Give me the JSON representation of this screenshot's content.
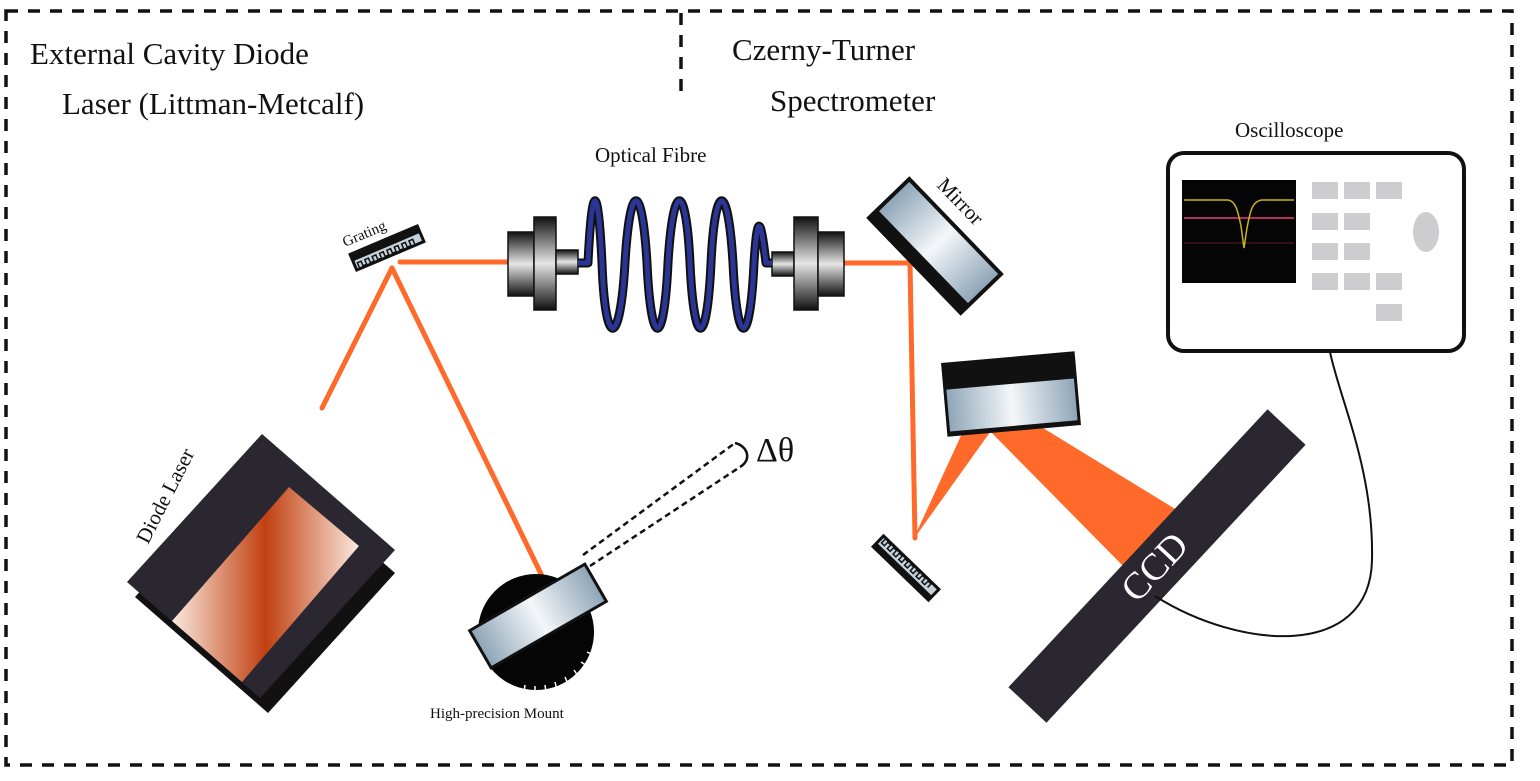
{
  "sections": {
    "laser_line1": "External Cavity Diode",
    "laser_line2": "Laser (Littman-Metcalf)",
    "spectro_line1": "Czerny-Turner",
    "spectro_line2": "Spectrometer"
  },
  "labels": {
    "optical_fibre": "Optical Fibre",
    "grating": "Grating",
    "mirror": "Mirror",
    "oscilloscope": "Oscilloscope",
    "diode_laser": "Diode Laser",
    "mount": "High-precision Mount",
    "delta_theta": "Δθ",
    "ccd": "CCD"
  },
  "colors": {
    "beam": "#ff6a2a",
    "fibre": "#1e2a8c",
    "device_dark": "#2b2730",
    "laser_core": "#c04010"
  }
}
